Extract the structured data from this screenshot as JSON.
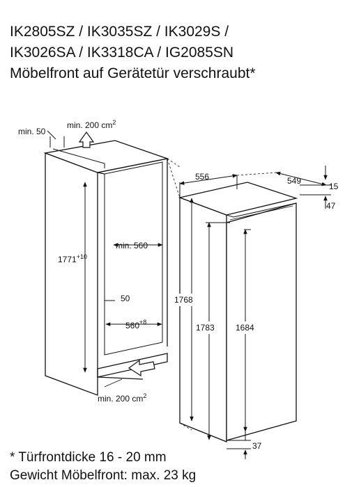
{
  "header": {
    "models_line1": "IK2805SZ / IK3035SZ / IK3029S /",
    "models_line2": "IK3026SA / IK3318CA / IG2085SN",
    "subtitle": "Möbelfront auf Gerätetür verschraubt*"
  },
  "footnote": {
    "line1": "* Türfrontdicke 16 - 20 mm",
    "line2": "Gewicht Möbelfront: max. 23 kg"
  },
  "niche": {
    "min_top_gap": "min. 50",
    "vent_top": "min. 200 cm",
    "vent_top_sup": "2",
    "height": "1771",
    "height_sup": "+10",
    "min_depth": "min. 560",
    "side_50": "50",
    "width": "560",
    "width_sup": "+8",
    "vent_bottom": "min. 200 cm",
    "vent_bottom_sup": "2"
  },
  "appliance": {
    "width": "556",
    "depth": "549",
    "top_offset": "15",
    "door_offset": "47",
    "cabinet_height": "1768",
    "total_height": "1783",
    "door_height": "1684",
    "bottom_offset": "37"
  }
}
